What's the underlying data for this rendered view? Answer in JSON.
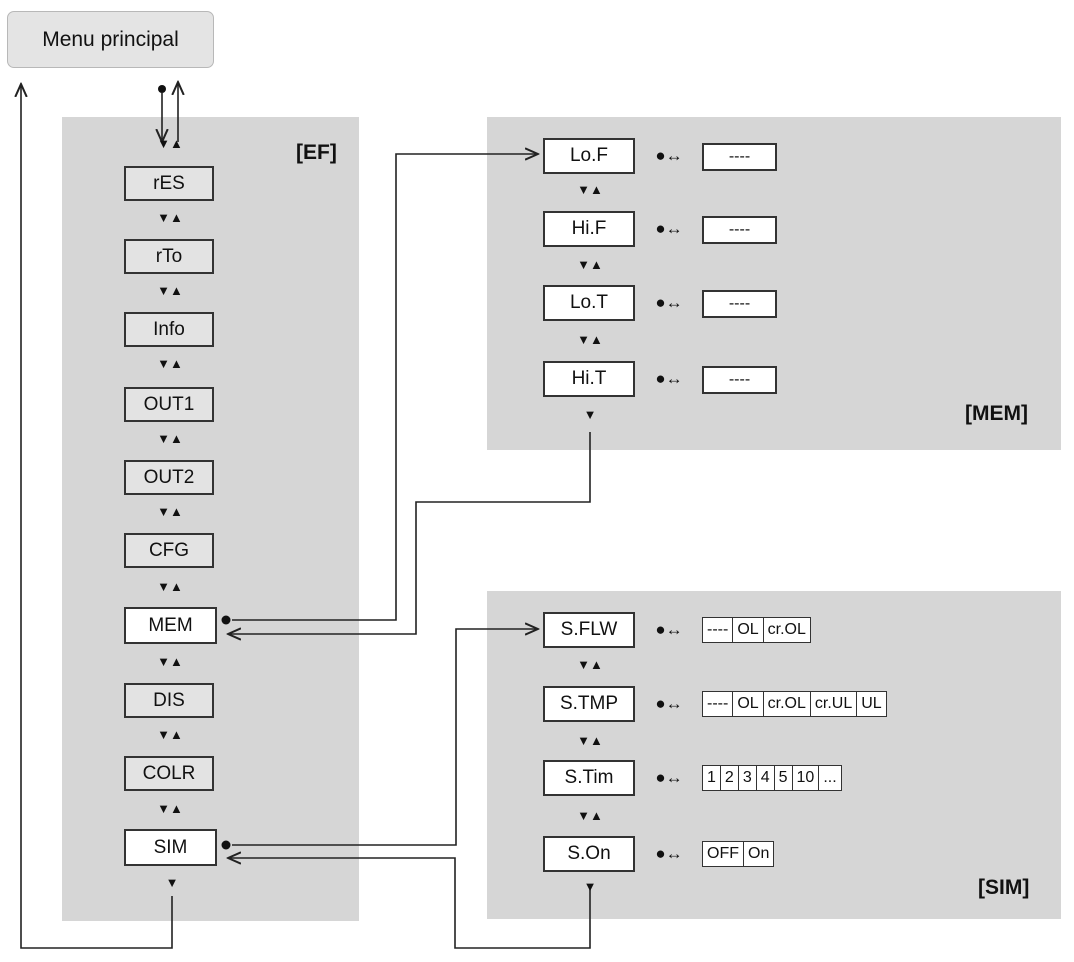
{
  "main_menu": {
    "label": "Menu principal"
  },
  "ef": {
    "title": "[EF]",
    "items": [
      "rES",
      "rTo",
      "Info",
      "OUT1",
      "OUT2",
      "CFG",
      "MEM",
      "DIS",
      "COLR",
      "SIM"
    ]
  },
  "mem": {
    "title": "[MEM]",
    "rows": [
      {
        "label": "Lo.F",
        "value": "----"
      },
      {
        "label": "Hi.F",
        "value": "----"
      },
      {
        "label": "Lo.T",
        "value": "----"
      },
      {
        "label": "Hi.T",
        "value": "----"
      }
    ]
  },
  "sim": {
    "title": "[SIM]",
    "rows": [
      {
        "label": "S.FLW",
        "options": [
          "----",
          "OL",
          "cr.OL"
        ]
      },
      {
        "label": "S.TMP",
        "options": [
          "----",
          "OL",
          "cr.OL",
          "cr.UL",
          "UL"
        ]
      },
      {
        "label": "S.Tim",
        "options": [
          "1",
          "2",
          "3",
          "4",
          "5",
          "10",
          "..."
        ]
      },
      {
        "label": "S.On",
        "options": [
          "OFF",
          "On"
        ]
      }
    ]
  },
  "symbols": {
    "updown": "▼▲",
    "down": "▼",
    "dot_arrow": "●↔"
  }
}
